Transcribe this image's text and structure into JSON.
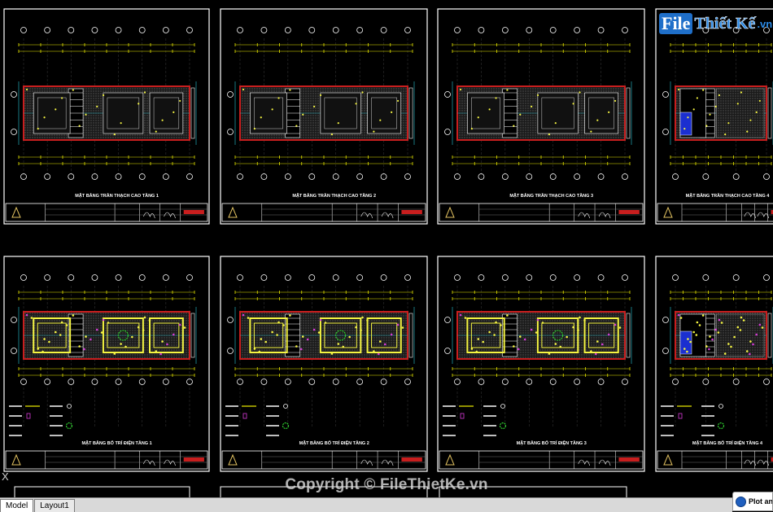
{
  "sheets": [
    {
      "title": "MẶT BẰNG TRẦN THẠCH CAO TẦNG 1",
      "kind": "ceiling",
      "legend": false
    },
    {
      "title": "MẶT BẰNG TRẦN THẠCH CAO TẦNG 2",
      "kind": "ceiling",
      "legend": false
    },
    {
      "title": "MẶT BẰNG TRẦN THẠCH CAO TẦNG 3",
      "kind": "ceiling",
      "legend": false
    },
    {
      "title": "MẶT BẰNG TRẦN THẠCH CAO TẦNG 4",
      "kind": "ceiling-partial",
      "legend": false
    },
    {
      "title": "MẶT BẰNG BỐ TRÍ ĐIỆN TẦNG 1",
      "kind": "electric",
      "legend": true
    },
    {
      "title": "MẶT BẰNG BỐ TRÍ ĐIỆN TẦNG 2",
      "kind": "electric",
      "legend": true
    },
    {
      "title": "MẶT BẰNG BỐ TRÍ ĐIỆN TẦNG 3",
      "kind": "electric",
      "legend": true
    },
    {
      "title": "MẶT BẰNG BỐ TRÍ ĐIỆN TẦNG 4",
      "kind": "electric-partial",
      "legend": true
    }
  ],
  "brand": {
    "part1": "File",
    "part2": "Thiết Kế",
    "part3": ".vn"
  },
  "watermark": "Copyright © FileThietKe.vn",
  "tabs": [
    {
      "label": "Model",
      "active": true
    },
    {
      "label": "Layout1",
      "active": false
    }
  ],
  "plot_label": "Plot and P",
  "close_mark": "X",
  "colors": {
    "background": "#000000",
    "frame": "#ffffff",
    "wall": "#c81e1e",
    "dimension": "#e6e600",
    "cyan": "#27c7d8",
    "magenta": "#d63ad6",
    "green": "#2fd32f",
    "blue": "#1b2fd0",
    "hatch": "#6f6f6f"
  }
}
